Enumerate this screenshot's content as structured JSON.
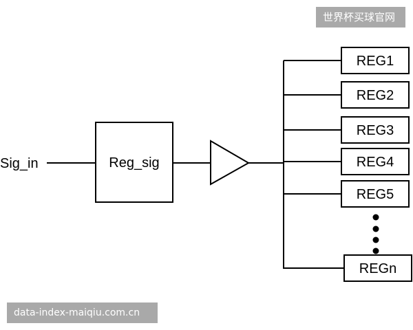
{
  "watermarks": {
    "top_right": "世界杯买球官网",
    "bottom_left": "data-index-maiqiu.com.cn"
  },
  "diagram": {
    "input_label": "Sig_in",
    "register_block_label": "Reg_sig",
    "registers": [
      "REG1",
      "REG2",
      "REG3",
      "REG4",
      "REG5",
      "REGn"
    ],
    "stroke_color": "#000000"
  }
}
